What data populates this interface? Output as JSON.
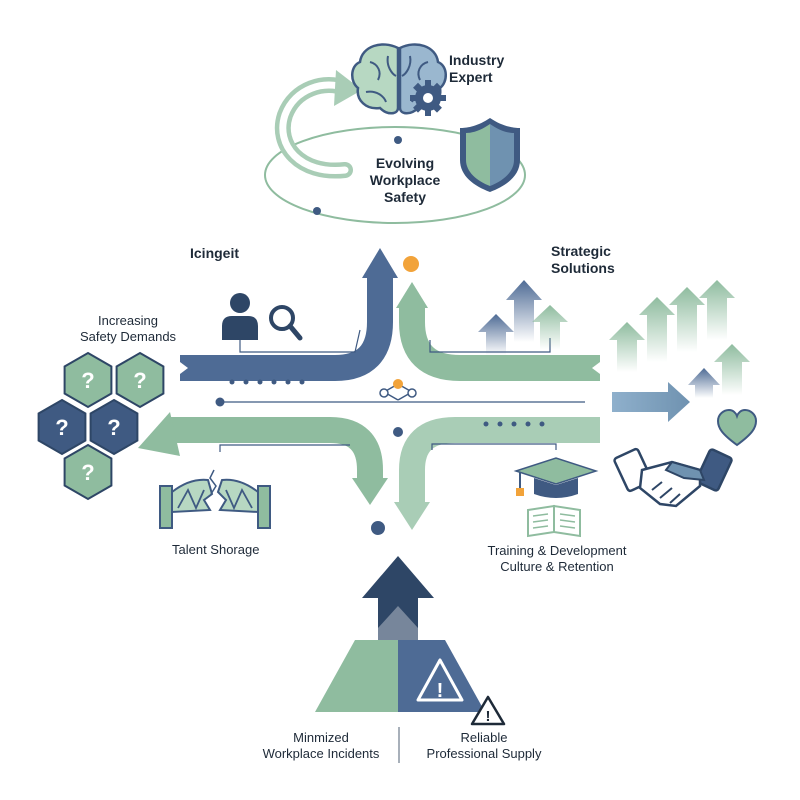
{
  "colors": {
    "navy": "#3f5a82",
    "navy_dark": "#2e4666",
    "green": "#8fbc9f",
    "green_light": "#b7d8c2",
    "slate": "#6f92b0",
    "orange": "#f2a33a",
    "dark": "#2a3a4d"
  },
  "labels": {
    "industry_expert": [
      "Industry",
      "Expert"
    ],
    "evolving_safety": [
      "Evolving",
      "Workplace",
      "Safety"
    ],
    "insight": "Icingeit",
    "strategic_solutions": [
      "Strategic",
      "Solutions"
    ],
    "increasing_demands": [
      "Increasing",
      "Safety Demands"
    ],
    "talent_shortage": "Talent Shorage",
    "training": [
      "Training & Development",
      "Culture & Retention"
    ],
    "minimized": [
      "Minmized",
      "Workplace Incidents"
    ],
    "reliable": [
      "Reliable",
      "Professional Supply"
    ],
    "question_mark": "?"
  },
  "icons": {
    "brain": "brain-icon",
    "gear": "gear-icon",
    "shield": "shield-icon",
    "cycle_arrow": "cycle-arrow-icon",
    "person_search": "person-search-icon",
    "question_hexagons": "question-hexagon-icon",
    "broken_bridge": "broken-bridge-icon",
    "graduation_cap": "graduation-cap-icon",
    "book": "open-book-icon",
    "handshake": "handshake-icon",
    "heart": "heart-icon",
    "warning": "warning-icon",
    "network": "network-icon"
  }
}
